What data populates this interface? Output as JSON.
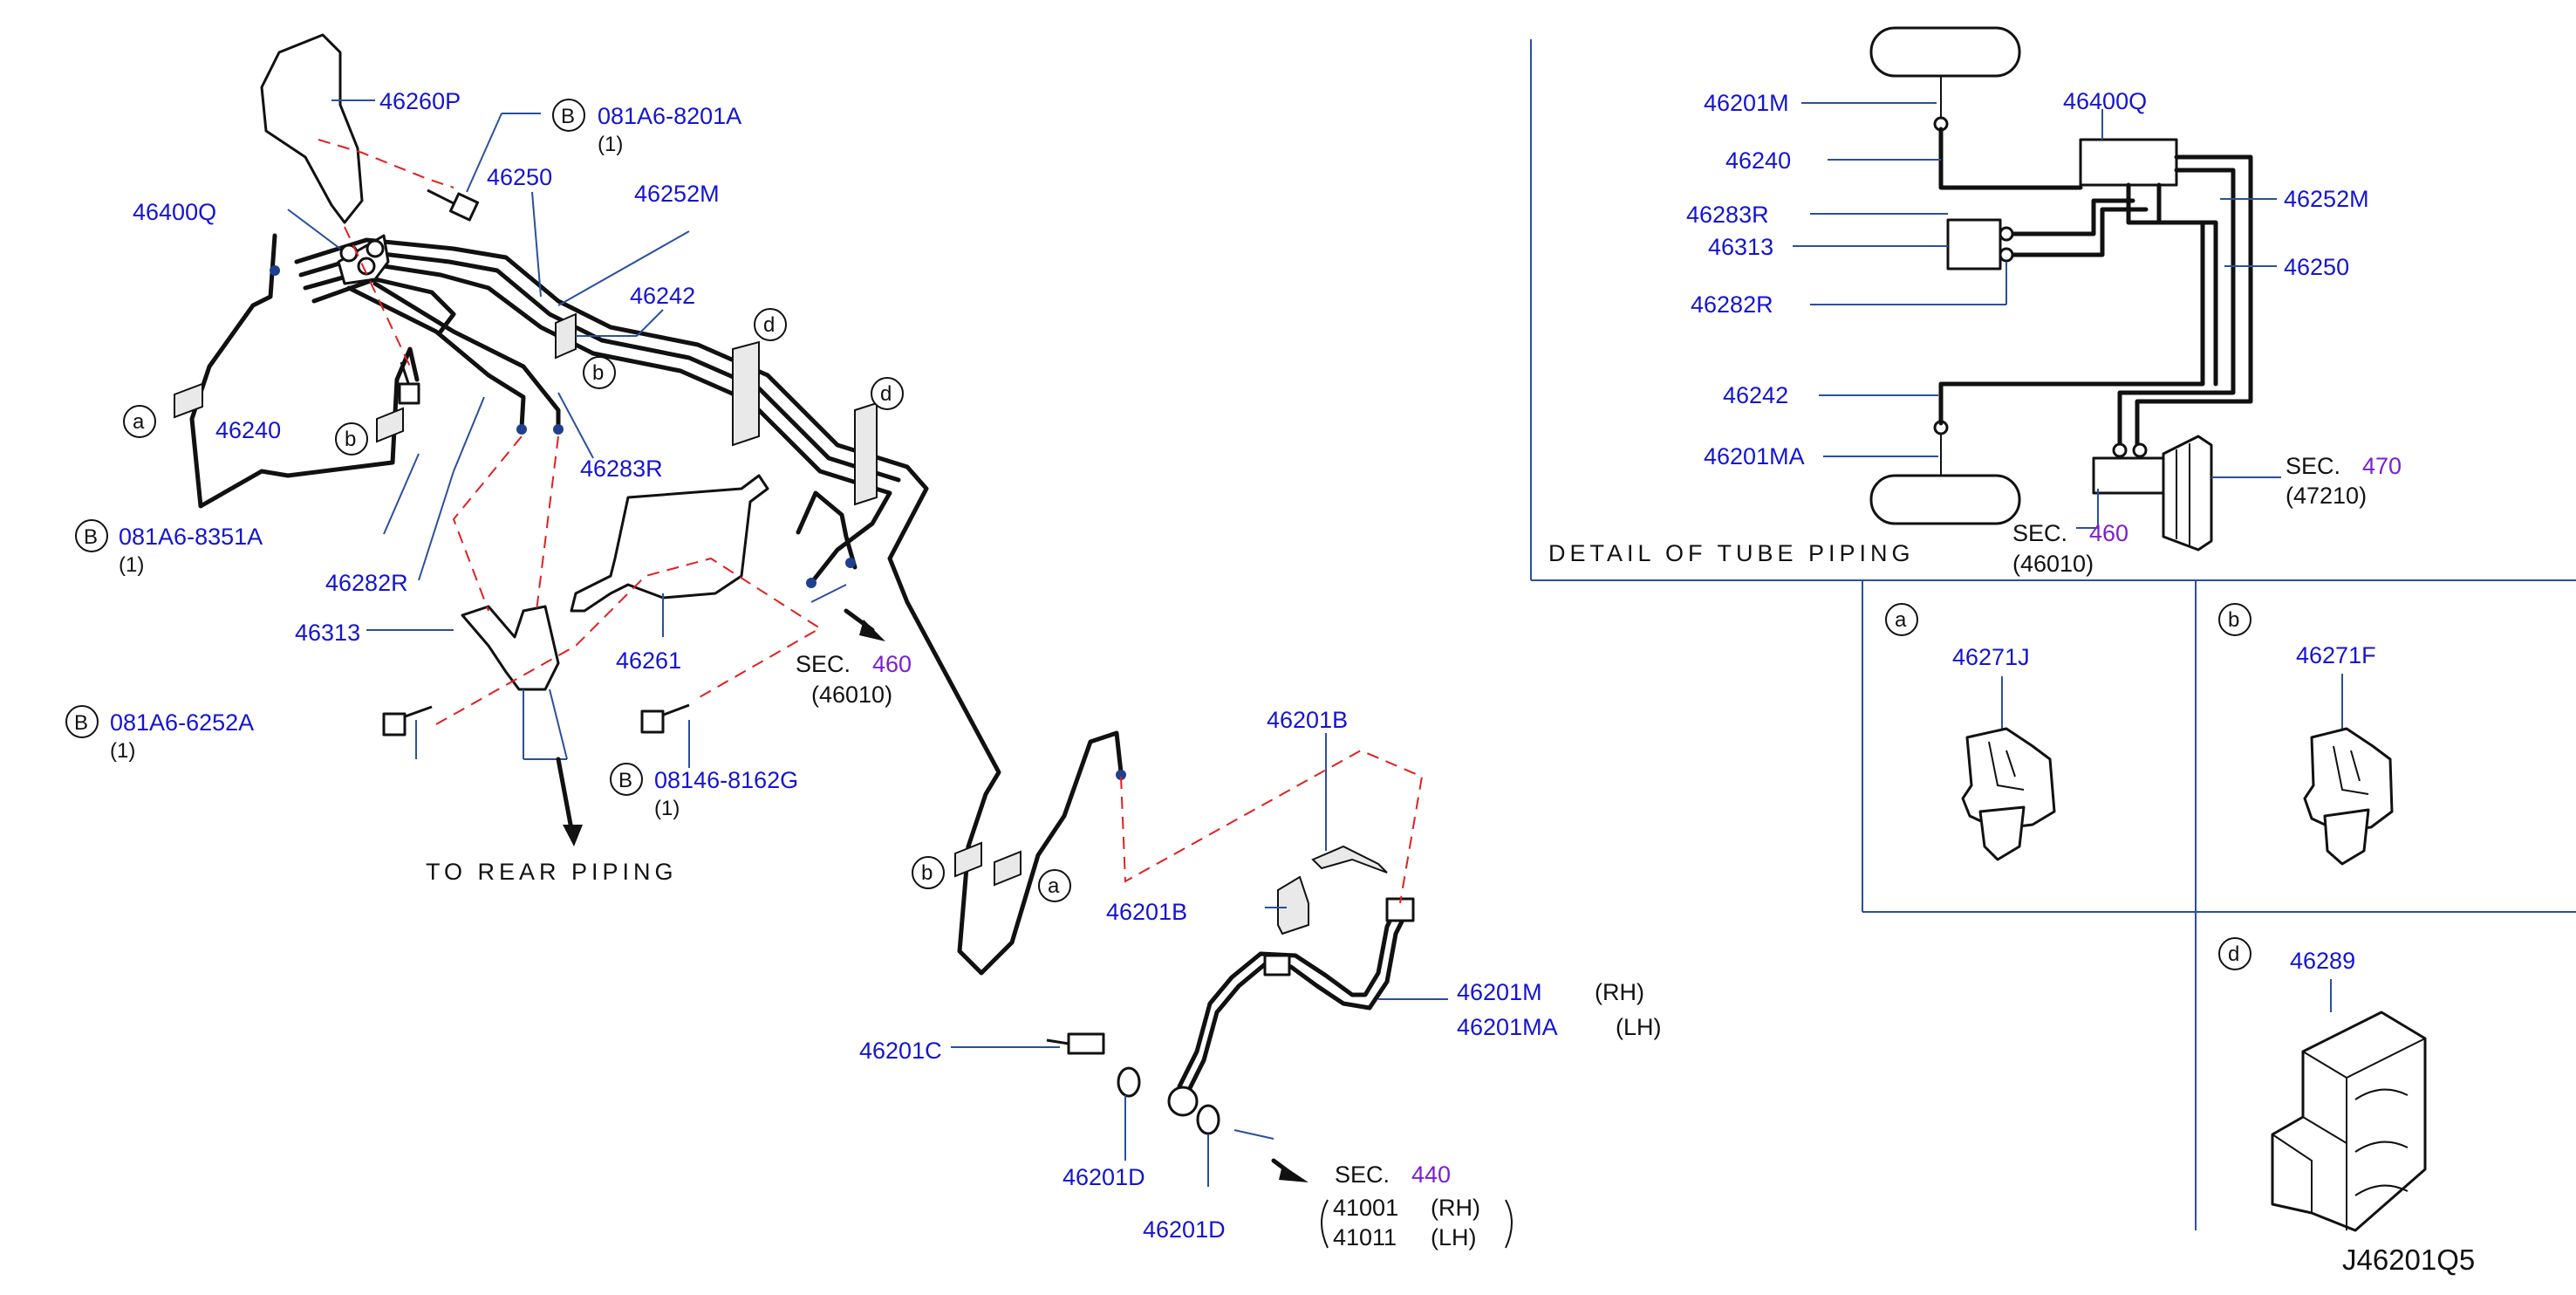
{
  "main": {
    "callouts": [
      {
        "key": "46260P",
        "label": "46260P"
      },
      {
        "key": "46400Q",
        "label": "46400Q"
      },
      {
        "key": "46250",
        "label": "46250"
      },
      {
        "key": "46252M",
        "label": "46252M"
      },
      {
        "key": "46242",
        "label": "46242"
      },
      {
        "key": "46240",
        "label": "46240"
      },
      {
        "key": "46283R",
        "label": "46283R"
      },
      {
        "key": "46282R",
        "label": "46282R"
      },
      {
        "key": "46313",
        "label": "46313"
      },
      {
        "key": "46261",
        "label": "46261"
      },
      {
        "key": "46201B_top",
        "label": "46201B"
      },
      {
        "key": "46201B_left",
        "label": "46201B"
      },
      {
        "key": "46201C",
        "label": "46201C"
      },
      {
        "key": "46201D_a",
        "label": "46201D"
      },
      {
        "key": "46201D_b",
        "label": "46201D"
      },
      {
        "key": "46201M",
        "label": "46201M"
      },
      {
        "key": "46201MA",
        "label": "46201MA"
      }
    ],
    "bolts": [
      {
        "badge": "B",
        "part": "081A6-8201A",
        "qty": "(1)"
      },
      {
        "badge": "B",
        "part": "081A6-8351A",
        "qty": "(1)"
      },
      {
        "badge": "B",
        "part": "081A6-6252A",
        "qty": "(1)"
      },
      {
        "badge": "B",
        "part": "08146-8162G",
        "qty": "(1)"
      }
    ],
    "view_markers": [
      "a",
      "b",
      "b",
      "d",
      "d",
      "b",
      "a"
    ],
    "side_rh": "(RH)",
    "side_lh": "(LH)",
    "sec460": {
      "prefix": "SEC.",
      "num": "460",
      "ref": "(46010)"
    },
    "sec440": {
      "prefix": "SEC.",
      "num": "440",
      "line1_part": "41001",
      "line1_side": "(RH)",
      "line2_part": "41011",
      "line2_side": "(LH)"
    },
    "rear_label": "TO  REAR  PIPING"
  },
  "detail": {
    "title": "DETAIL  OF  TUBE  PIPING",
    "labels": {
      "m": "46201M",
      "q": "46400Q",
      "p240": "46240",
      "p252": "46252M",
      "p283": "46283R",
      "p313": "46313",
      "p250": "46250",
      "p282": "46282R",
      "p242": "46242",
      "ma": "46201MA"
    },
    "sec470": {
      "prefix": "SEC.",
      "num": "470",
      "ref": "(47210)"
    },
    "sec460": {
      "prefix": "SEC.",
      "num": "460",
      "ref": "(46010)"
    }
  },
  "insets": [
    {
      "marker": "a",
      "part": "46271J"
    },
    {
      "marker": "b",
      "part": "46271F"
    },
    {
      "marker": "d",
      "part": "46289"
    }
  ],
  "diagram_code": "J46201Q5",
  "colors": {
    "part_number": "#1414d2",
    "section_number": "#7a1fd0",
    "leader": "#2b4f9e",
    "dashed_link": "#e02020",
    "line": "#111111"
  }
}
